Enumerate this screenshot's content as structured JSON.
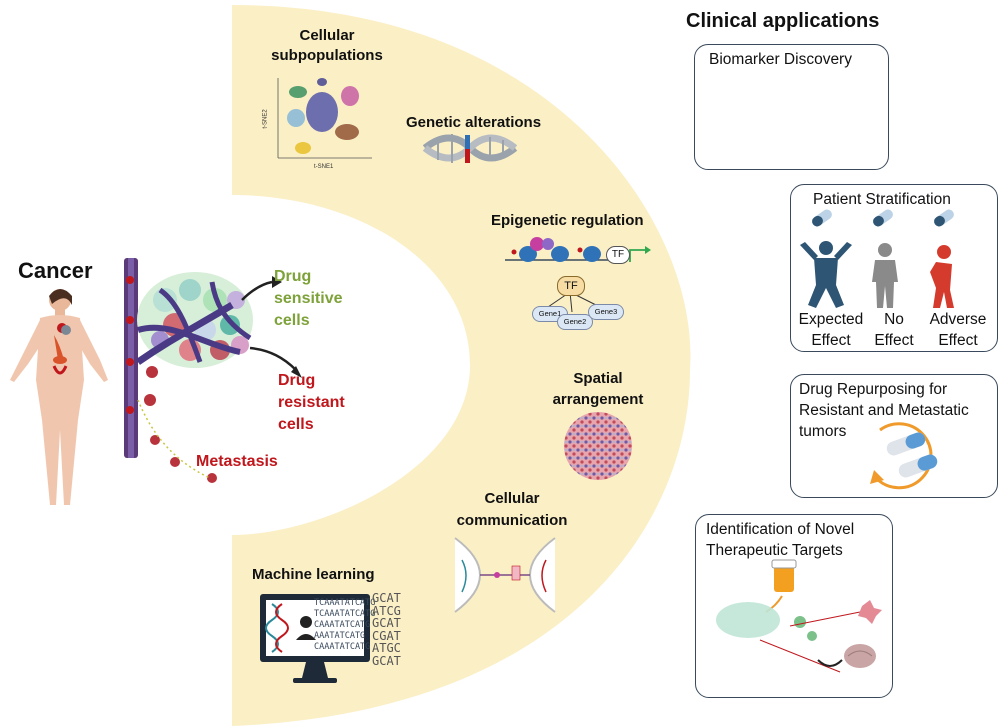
{
  "left": {
    "cancer_label": "Cancer",
    "sensitive_label": [
      "Drug",
      "sensitive",
      "cells"
    ],
    "resistant_label": [
      "Drug",
      "resistant",
      "cells"
    ],
    "metastasis_label": "Metastasis"
  },
  "middle": {
    "cellular_subpopulations": [
      "Cellular",
      "subpopulations"
    ],
    "tsne_xlabel": "t-SNE1",
    "tsne_ylabel": "t-SNE2",
    "genetic_alterations": "Genetic alterations",
    "epigenetic_regulation": "Epigenetic regulation",
    "tf_label": "TF",
    "gene_labels": [
      "Gene1",
      "Gene2",
      "Gene3"
    ],
    "spatial_arrangement": [
      "Spatial",
      "arrangement"
    ],
    "cellular_communication": [
      "Cellular",
      "communication"
    ],
    "machine_learning": "Machine learning",
    "dna_text": [
      "TCAAATATCATG",
      "TCAAATATCATG",
      "CAAATATCATG",
      "AAATATCATG",
      "CAAATATCATG"
    ],
    "dna_side": [
      "GCAT",
      "ATCG",
      "GCAT",
      "CGAT",
      "ATGC",
      "GCAT"
    ]
  },
  "right": {
    "heading": "Clinical applications",
    "biomarker": "Biomarker Discovery",
    "stratification": {
      "title": "Patient Stratification",
      "groups": [
        {
          "line1": "Expected",
          "line2": "Effect",
          "color": "#2e5573"
        },
        {
          "line1": "No",
          "line2": "Effect",
          "color": "#8a8a8a"
        },
        {
          "line1": "Adverse",
          "line2": "Effect",
          "color": "#d43b2c"
        }
      ]
    },
    "repurposing": [
      "Drug Repurposing for",
      "Resistant and Metastatic",
      "tumors"
    ],
    "novel_targets": [
      "Identification of Novel",
      "Therapeutic Targets"
    ]
  },
  "colors": {
    "arc": "#fbefc6",
    "sensitive": "#7ea23a",
    "resistant": "#c0171c",
    "card_border": "#3a4a5c"
  }
}
